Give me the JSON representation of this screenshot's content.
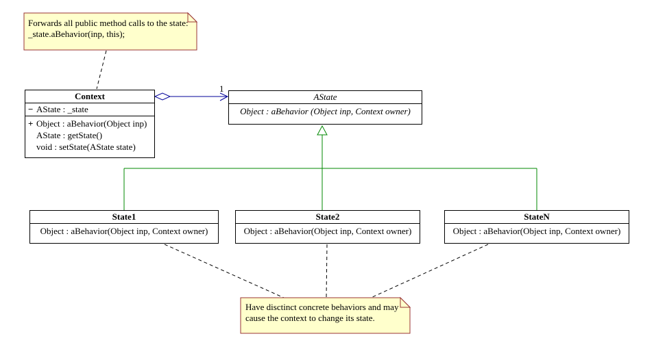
{
  "colors": {
    "association": "#000099",
    "generalization": "#008800",
    "note_fill": "#ffffcc",
    "note_border": "#993333",
    "connector_dashed": "#000000",
    "class_border": "#000000"
  },
  "notes": {
    "top": {
      "lines": [
        "Forwards all public method calls to the state:",
        "_state.aBehavior(inp, this);"
      ]
    },
    "bottom": {
      "lines": [
        "Have disctinct concrete behaviors and may",
        "cause the context to change its state."
      ]
    }
  },
  "classes": {
    "context": {
      "title": "Context",
      "attributes": [
        {
          "visibility": "−",
          "text": "AState : _state"
        }
      ],
      "methods": [
        {
          "visibility": "+",
          "text": "Object : aBehavior(Object inp)"
        },
        {
          "visibility": "",
          "text": "AState : getState()"
        },
        {
          "visibility": "",
          "text": "void : setState(AState state)"
        }
      ]
    },
    "astate": {
      "title": "AState",
      "methods": [
        {
          "text": "Object : aBehavior (Object inp,  Context owner)"
        }
      ]
    },
    "state1": {
      "title": "State1",
      "methods": [
        {
          "text": "Object : aBehavior(Object inp, Context owner)"
        }
      ]
    },
    "state2": {
      "title": "State2",
      "methods": [
        {
          "text": "Object : aBehavior(Object inp, Context owner)"
        }
      ]
    },
    "staten": {
      "title": "StateN",
      "methods": [
        {
          "text": "Object : aBehavior(Object inp, Context owner)"
        }
      ]
    }
  },
  "association": {
    "multiplicity": "1"
  }
}
